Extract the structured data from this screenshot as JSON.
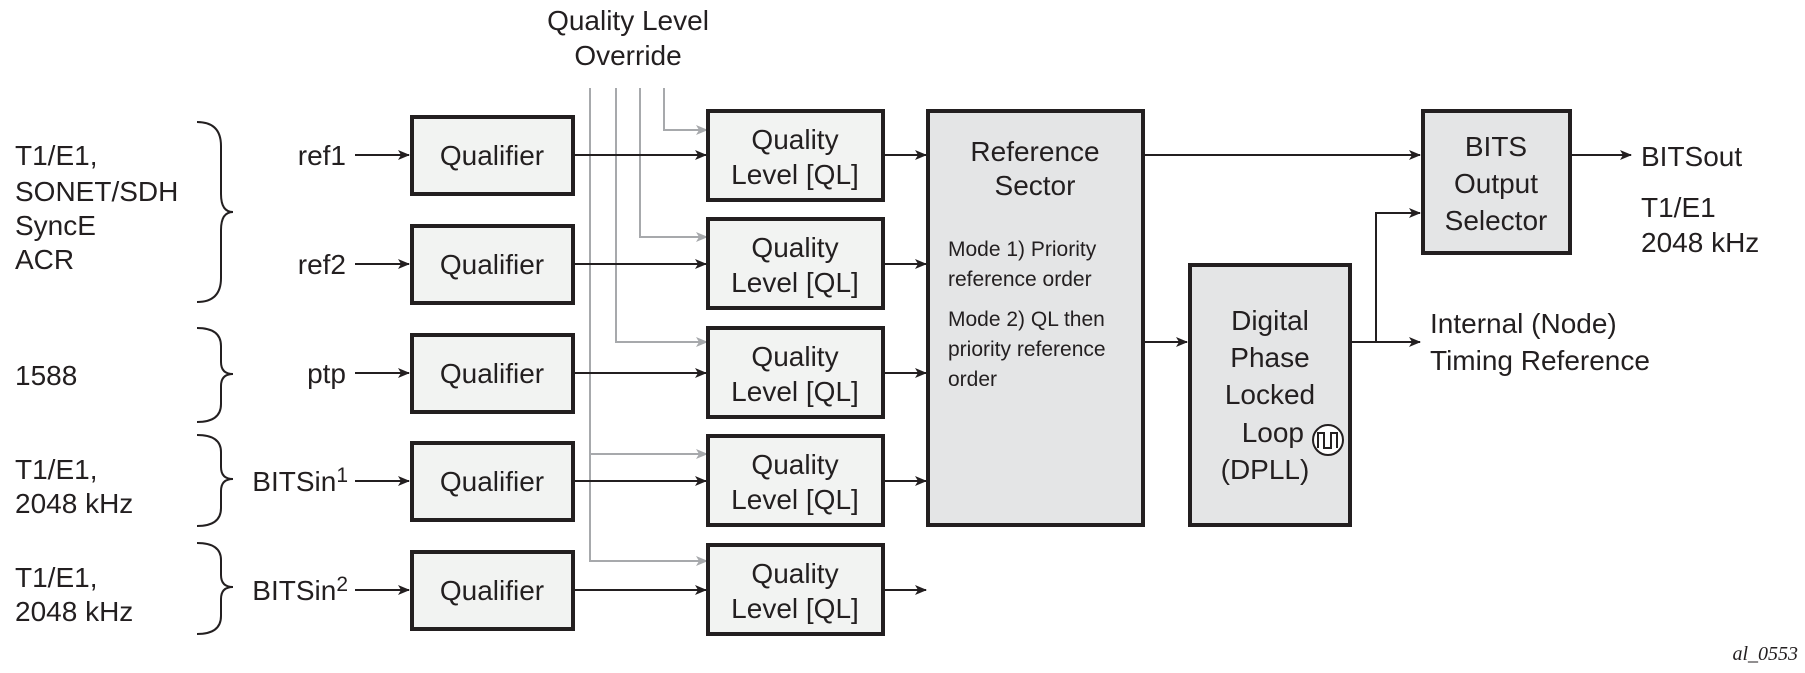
{
  "qlo_title": [
    "Quality Level",
    "Override"
  ],
  "sources": [
    {
      "lines": [
        "T1/E1,",
        "SONET/SDH",
        "SyncE",
        "ACR"
      ]
    },
    {
      "lines": [
        "1588"
      ]
    },
    {
      "lines": [
        "T1/E1,",
        "2048 kHz"
      ]
    },
    {
      "lines": [
        "T1/E1,",
        "2048 kHz"
      ]
    }
  ],
  "inputs": [
    {
      "label": "ref1",
      "sup": ""
    },
    {
      "label": "ref2",
      "sup": ""
    },
    {
      "label": "ptp",
      "sup": ""
    },
    {
      "label": "BITSin",
      "sup": "1"
    },
    {
      "label": "BITSin",
      "sup": "2"
    }
  ],
  "qualifier_label": "Qualifier",
  "ql_label": [
    "Quality",
    "Level [QL]"
  ],
  "ref_sector": {
    "title": [
      "Reference",
      "Sector"
    ],
    "mode1": [
      "Mode 1) Priority",
      "reference order"
    ],
    "mode2": [
      "Mode 2) QL then",
      "priority reference",
      "order"
    ]
  },
  "dpll": [
    "Digital",
    "Phase",
    "Locked",
    "Loop",
    "(DPLL)"
  ],
  "bits_selector": [
    "BITS",
    "Output",
    "Selector"
  ],
  "bits_out": {
    "label": "BITSout",
    "detail": [
      "T1/E1",
      "2048 kHz"
    ]
  },
  "internal_ref": [
    "Internal (Node)",
    "Timing Reference"
  ],
  "figure_id": "al_0553",
  "colors": {
    "ink": "#231f20",
    "override_wire": "#a7a9ac",
    "box_fill": "#f2f3f2",
    "block_fill": "#e4e5e6"
  }
}
